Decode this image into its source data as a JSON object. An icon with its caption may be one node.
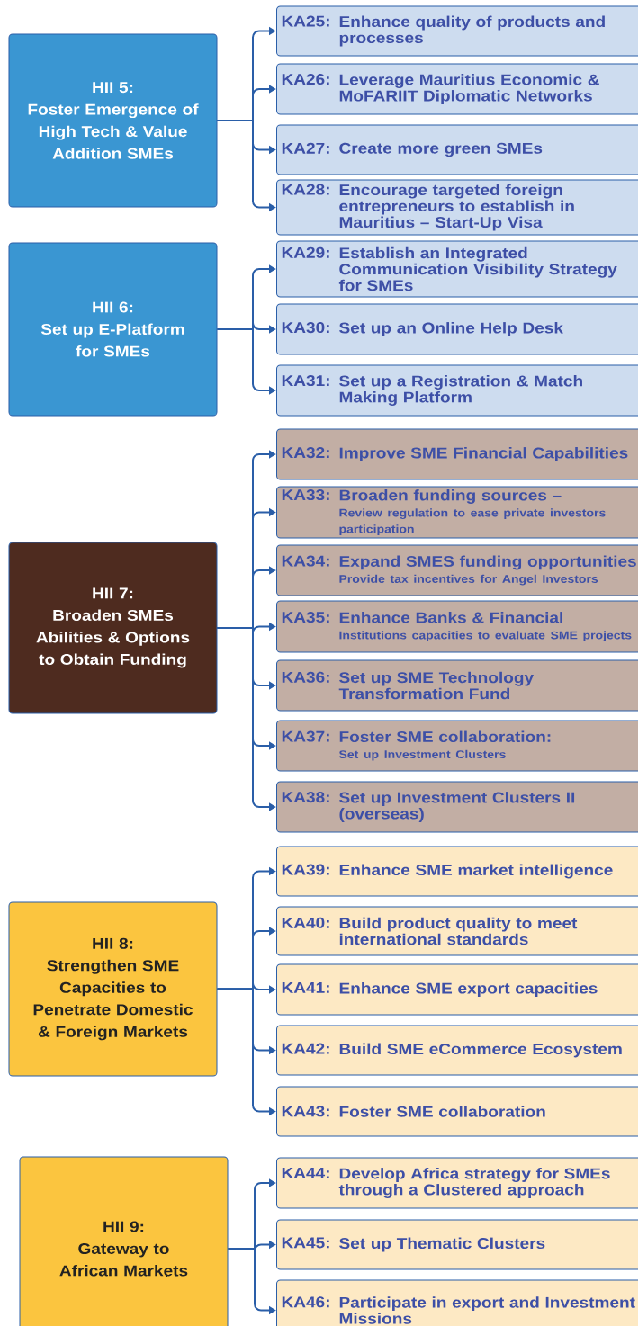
{
  "diagram": {
    "nodes": [
      {
        "text": [
          "HII 5:",
          "Foster Emergence of High Tech & Value Addition SMEs"
        ]
      },
      {
        "text": [
          "KA25:",
          "Enhance quality of products and processes"
        ]
      },
      {
        "text": [
          "KA26:",
          "Leverage Mauritius Economic & MoFARIIT Diplomatic Networks"
        ]
      },
      {
        "text": [
          "KA27:",
          "Create more green SMEs"
        ]
      },
      {
        "text": [
          "KA28:",
          "Encourage targeted foreign entrepreneurs to establish in Mauritius – Start-Up Visa"
        ]
      },
      {
        "text": [
          "HII 6:",
          "Set up E-Platform for SMEs"
        ]
      },
      {
        "text": [
          "KA29:",
          "Establish an Integrated Communication Visibility Strategy for SMEs"
        ]
      },
      {
        "text": [
          "KA30:",
          "Set up an Online Help Desk"
        ]
      },
      {
        "text": [
          "KA31:",
          "Set up a Registration & Match Making Platform"
        ]
      },
      {
        "text": [
          "HII 7:",
          "Broaden SMEs Abilities & Options to Obtain Funding"
        ]
      },
      {
        "text": [
          "KA32:",
          "Improve SME Financial Capabilities"
        ]
      },
      {
        "text": [
          "KA33:",
          "Broaden funding sources –",
          "Review regulation to ease private investors participation"
        ]
      },
      {
        "text": [
          "KA34:",
          "Expand SMES funding opportunities",
          "Provide tax incentives for Angel Investors"
        ]
      },
      {
        "text": [
          "KA35:",
          "Enhance Banks & Financial",
          "Institutions capacities to evaluate SME projects"
        ]
      },
      {
        "text": [
          "KA36:",
          "Set up SME Technology Transformation Fund"
        ]
      },
      {
        "text": [
          "KA37:",
          "Foster SME collaboration:",
          "Set up Investment Clusters"
        ]
      },
      {
        "text": [
          "KA38:",
          "Set up Investment Clusters II (overseas)"
        ]
      },
      {
        "text": [
          "HII 8:",
          "Strengthen SME Capacities to Penetrate Domestic & Foreign Markets"
        ]
      },
      {
        "text": [
          "KA39:",
          "Enhance SME market intelligence"
        ]
      },
      {
        "text": [
          "KA40:",
          "Build product quality to meet international standards"
        ]
      },
      {
        "text": [
          "KA41:",
          "Enhance SME export capacities"
        ]
      },
      {
        "text": [
          "KA42:",
          "Build SME eCommerce Ecosystem"
        ]
      },
      {
        "text": [
          "KA43:",
          "Foster SME collaboration"
        ]
      },
      {
        "text": [
          "HII 9:",
          "Gateway to African Markets"
        ]
      },
      {
        "text": [
          "KA44:",
          "Develop Africa strategy for SMEs through a Clustered approach"
        ]
      },
      {
        "text": [
          "KA45:",
          "Set up Thematic Clusters"
        ]
      },
      {
        "text": [
          "KA46:",
          "Participate in export and Investment Missions"
        ]
      }
    ],
    "edges": [
      {
        "from": 0,
        "to": 1,
        "arrow": "to"
      },
      {
        "from": 0,
        "to": 2,
        "arrow": "to"
      },
      {
        "from": 0,
        "to": 3,
        "arrow": "to"
      },
      {
        "from": 0,
        "to": 4,
        "arrow": "to"
      },
      {
        "from": 5,
        "to": 6,
        "arrow": "to"
      },
      {
        "from": 5,
        "to": 7,
        "arrow": "to"
      },
      {
        "from": 5,
        "to": 8,
        "arrow": "to"
      },
      {
        "from": 9,
        "to": 10,
        "arrow": "to"
      },
      {
        "from": 9,
        "to": 11,
        "arrow": "to"
      },
      {
        "from": 9,
        "to": 12,
        "arrow": "to"
      },
      {
        "from": 9,
        "to": 13,
        "arrow": "to"
      },
      {
        "from": 9,
        "to": 14,
        "arrow": "to"
      },
      {
        "from": 9,
        "to": 15,
        "arrow": "to"
      },
      {
        "from": 9,
        "to": 16,
        "arrow": "to"
      },
      {
        "from": 17,
        "to": 18,
        "arrow": "to"
      },
      {
        "from": 17,
        "to": 19,
        "arrow": "to"
      },
      {
        "from": 17,
        "to": 20,
        "arrow": "to"
      },
      {
        "from": 17,
        "to": 21,
        "arrow": "to"
      },
      {
        "from": 17,
        "to": 22,
        "arrow": "to"
      },
      {
        "from": 23,
        "to": 24,
        "arrow": "to"
      },
      {
        "from": 23,
        "to": 25,
        "arrow": "to"
      },
      {
        "from": 23,
        "to": 26,
        "arrow": "to"
      }
    ]
  }
}
